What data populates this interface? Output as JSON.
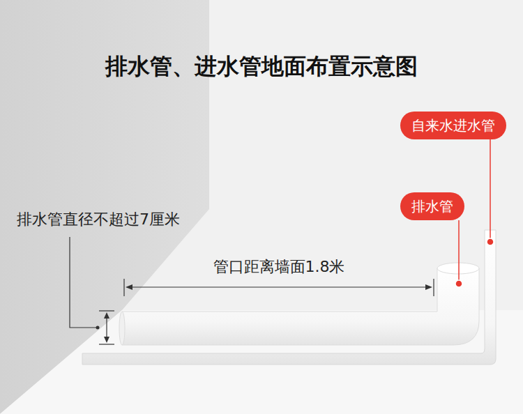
{
  "diagram": {
    "title": "排水管、进水管地面布置示意图",
    "nodes": [
      {
        "text": [
          "自来水进水管"
        ]
      },
      {
        "text": [
          "排水管"
        ]
      }
    ],
    "labels": [
      "排水管直径不超过7厘米",
      "管口距离墙面1.8米"
    ]
  }
}
